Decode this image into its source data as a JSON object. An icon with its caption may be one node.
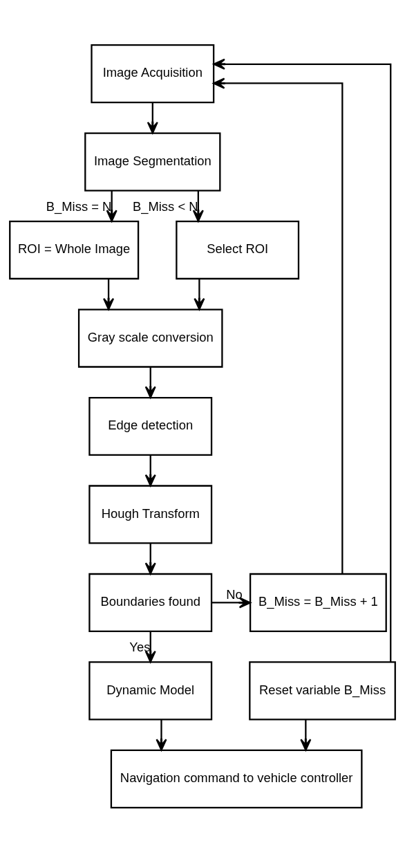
{
  "diagram": {
    "nodes": [
      {
        "text": [
          "Image Acquisition"
        ]
      },
      {
        "text": [
          "Image Segmentation"
        ]
      },
      {
        "text": [
          "ROI = Whole Image"
        ]
      },
      {
        "text": [
          "Select ROI"
        ]
      },
      {
        "text": [
          "Gray scale conversion"
        ]
      },
      {
        "text": [
          "Edge detection"
        ]
      },
      {
        "text": [
          "Hough Transform"
        ]
      },
      {
        "text": [
          "Boundaries found"
        ]
      },
      {
        "text": [
          "B_Miss = B_Miss + 1"
        ]
      },
      {
        "text": [
          "Dynamic Model"
        ]
      },
      {
        "text": [
          "Reset variable B_Miss"
        ]
      },
      {
        "text": [
          "Navigation command to vehicle controller"
        ]
      }
    ],
    "edges": [
      {
        "from": 0,
        "to": 1,
        "arrow": "to"
      },
      {
        "from": 1,
        "to": 2,
        "arrow": "to",
        "label": "B_Miss = N"
      },
      {
        "from": 1,
        "to": 3,
        "arrow": "to",
        "label": "B_Miss < N"
      },
      {
        "from": 2,
        "to": 4,
        "arrow": "to"
      },
      {
        "from": 3,
        "to": 4,
        "arrow": "to"
      },
      {
        "from": 4,
        "to": 5,
        "arrow": "to"
      },
      {
        "from": 5,
        "to": 6,
        "arrow": "to"
      },
      {
        "from": 6,
        "to": 7,
        "arrow": "to"
      },
      {
        "from": 7,
        "to": 8,
        "arrow": "to",
        "label": "No"
      },
      {
        "from": 7,
        "to": 9,
        "arrow": "to",
        "label": "Yes"
      },
      {
        "from": 8,
        "to": 0,
        "arrow": "to"
      },
      {
        "from": 9,
        "to": 11,
        "arrow": "to"
      },
      {
        "from": 10,
        "to": 11,
        "arrow": "to"
      },
      {
        "from": 10,
        "to": 0,
        "arrow": "to"
      }
    ]
  }
}
